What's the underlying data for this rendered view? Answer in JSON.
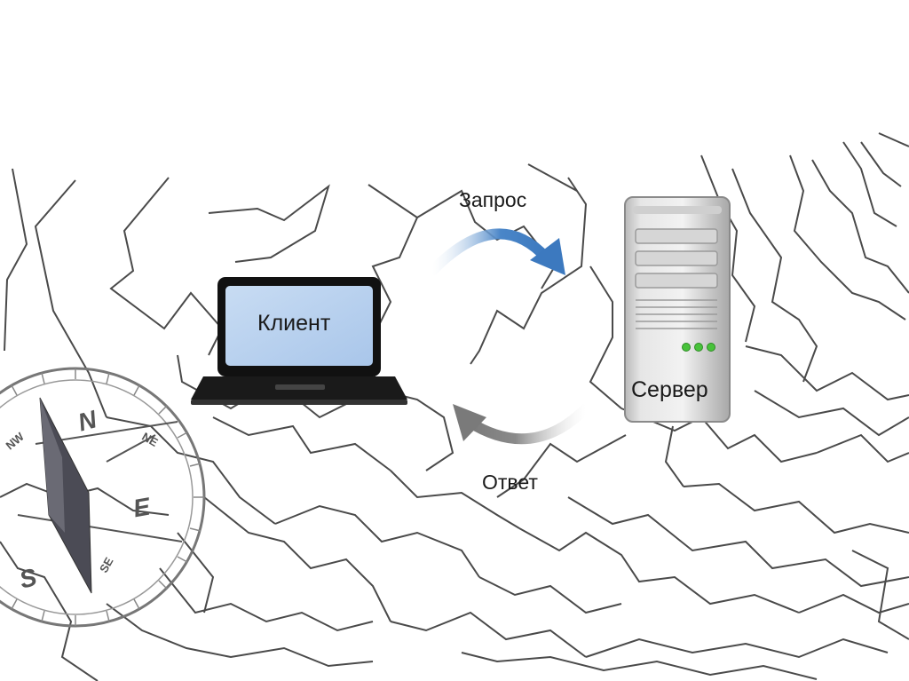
{
  "diagram": {
    "request_label": "Запрос",
    "response_label": "Ответ",
    "client_label": "Клиент",
    "server_label": "Сервер"
  },
  "compass": {
    "n": "N",
    "s": "S",
    "e": "E",
    "nw": "NW",
    "ne": "NE",
    "se": "SE"
  },
  "colors": {
    "request_arrow": "#4a86c8",
    "response_arrow": "#8a8a8a",
    "map_lines": "#4a4a4a",
    "compass_needle": "#4b4b55",
    "server_leds": "#47c23a"
  }
}
